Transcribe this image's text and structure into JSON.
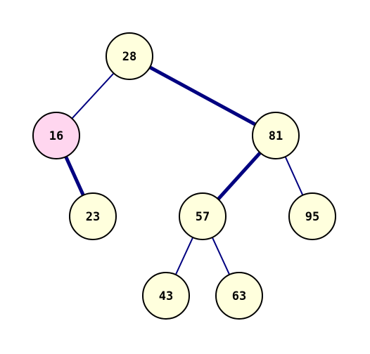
{
  "tree": {
    "nodes": [
      {
        "id": "n28",
        "key": "28",
        "highlight": false
      },
      {
        "id": "n16",
        "key": "16",
        "highlight": true
      },
      {
        "id": "n81",
        "key": "81",
        "highlight": false
      },
      {
        "id": "n23",
        "key": "23",
        "highlight": false
      },
      {
        "id": "n57",
        "key": "57",
        "highlight": false
      },
      {
        "id": "n95",
        "key": "95",
        "highlight": false
      },
      {
        "id": "n43",
        "key": "43",
        "highlight": false
      },
      {
        "id": "n63",
        "key": "63",
        "highlight": false
      }
    ],
    "edges": [
      {
        "from": "n28",
        "to": "n16",
        "emphasized": false
      },
      {
        "from": "n28",
        "to": "n81",
        "emphasized": true
      },
      {
        "from": "n16",
        "to": "n23",
        "emphasized": true
      },
      {
        "from": "n81",
        "to": "n57",
        "emphasized": true
      },
      {
        "from": "n81",
        "to": "n95",
        "emphasized": false
      },
      {
        "from": "n57",
        "to": "n43",
        "emphasized": false
      },
      {
        "from": "n57",
        "to": "n63",
        "emphasized": false
      }
    ]
  },
  "colors": {
    "node_fill": "#ffffdd",
    "highlight_fill": "#ffd6ef",
    "node_stroke": "#000000",
    "edge": "#000080",
    "label": "#000000"
  }
}
